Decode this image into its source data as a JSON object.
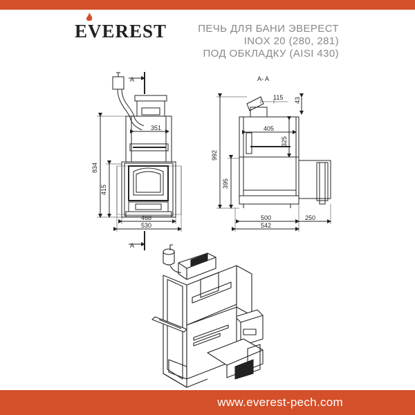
{
  "brand": {
    "logo_text": "EVEREST",
    "accent": "#d4502a"
  },
  "title": {
    "line1": "ПЕЧЬ ДЛЯ БАНИ ЭВЕРЕСТ",
    "line2": "INOX 20 (280, 281)",
    "line3": "ПОД ОБКЛАДКУ (AISI 430)"
  },
  "drawing": {
    "section_marker": "A",
    "section_label": "A- A",
    "front_dims": {
      "d834": "834",
      "d415": "415",
      "d351": "351",
      "d468": "468",
      "d530": "530"
    },
    "side_dims": {
      "d992": "992",
      "d395": "395",
      "d115": "115",
      "d43": "43",
      "d405": "405",
      "d325": "325",
      "d500": "500",
      "d250": "250",
      "d542": "542"
    }
  },
  "footer": {
    "website": "www.everest-pech.com"
  }
}
